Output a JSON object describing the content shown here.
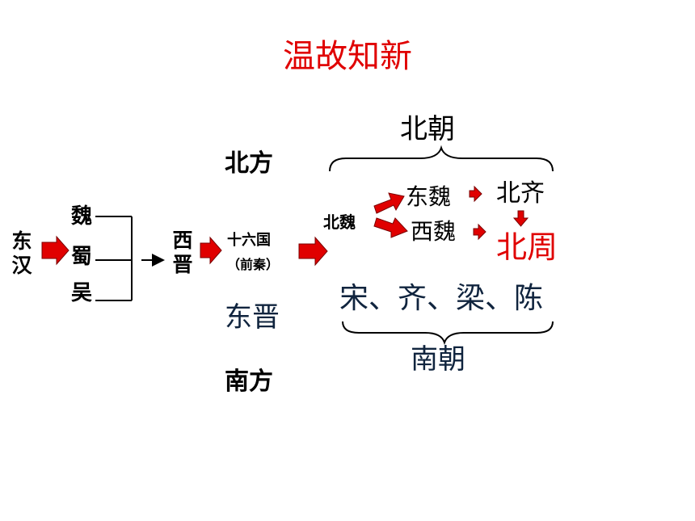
{
  "title": "温故知新",
  "labels": {
    "bei_chao": "北朝",
    "bei_fang": "北方",
    "nan_fang": "南方",
    "dong_han": "东汉",
    "wei": "魏",
    "shu": "蜀",
    "wu": "吴",
    "xi_jin": "西晋",
    "shiliu_guo": "十六国",
    "qian_qin": "（前秦）",
    "dong_jin": "东晋",
    "bei_wei": "北魏",
    "dong_wei": "东魏",
    "xi_wei": "西魏",
    "bei_qi": "北齐",
    "bei_zhou": "北周",
    "southern_dynasties": "宋、齐、梁、陈",
    "nan_chao": "南朝"
  },
  "colors": {
    "title": "#e00000",
    "arrow_fill": "#e00000",
    "bei_zhou": "#e00000",
    "southern_text": "#10243e"
  }
}
